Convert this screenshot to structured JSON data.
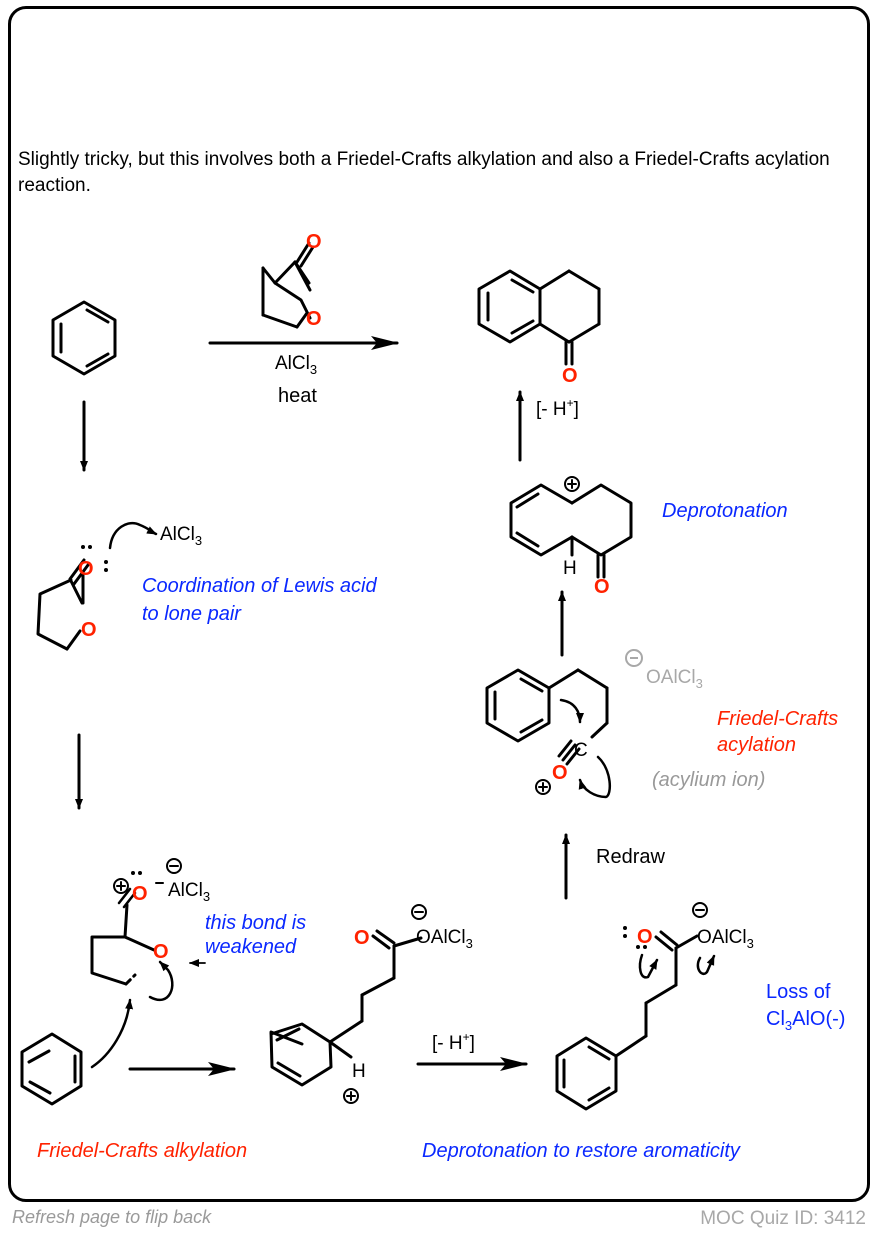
{
  "intro_text": "Slightly tricky, but this involves both a Friedel-Crafts alkylation and also a Friedel-Crafts acylation reaction.",
  "reaction": {
    "reagent_main": "AlCl",
    "reagent_sub": "3",
    "condition": "heat"
  },
  "atoms": {
    "oxygen": "O",
    "carbon": "C",
    "hydrogen": "H",
    "alcl3_main": "AlCl",
    "alcl3_sub": "3",
    "oalcl3_main": "OAlCl",
    "oalcl3_sub": "3",
    "plus": "+",
    "minus": "−",
    "lone_pair": ":"
  },
  "labels": {
    "coordination_line1": "Coordination of Lewis acid",
    "coordination_line2": "to lone pair",
    "bond_weakened_line1": "this bond is",
    "bond_weakened_line2": "weakened",
    "fc_alkylation": "Friedel-Crafts alkylation",
    "deprotonation_restore": "Deprotonation to restore aromaticity",
    "minus_h_prefix": "[- H",
    "minus_h_sup": "+",
    "minus_h_suffix": "]",
    "loss_of_line1": "Loss of",
    "loss_of_line2_a": "Cl",
    "loss_of_line2_sub": "3",
    "loss_of_line2_b": "AlO(-)",
    "redraw": "Redraw",
    "fc_acylation_line1": "Friedel-Crafts",
    "fc_acylation_line2": "acylation",
    "acylium": "(acylium ion)",
    "deprotonation": "Deprotonation"
  },
  "footer": {
    "refresh": "Refresh page to flip back",
    "quiz_id": "MOC Quiz ID: 3412"
  },
  "colors": {
    "oxygen": "#ff2200",
    "annotation_blue": "#0a28ff",
    "annotation_red": "#ff2200",
    "muted_gray": "#a8a8a8"
  }
}
